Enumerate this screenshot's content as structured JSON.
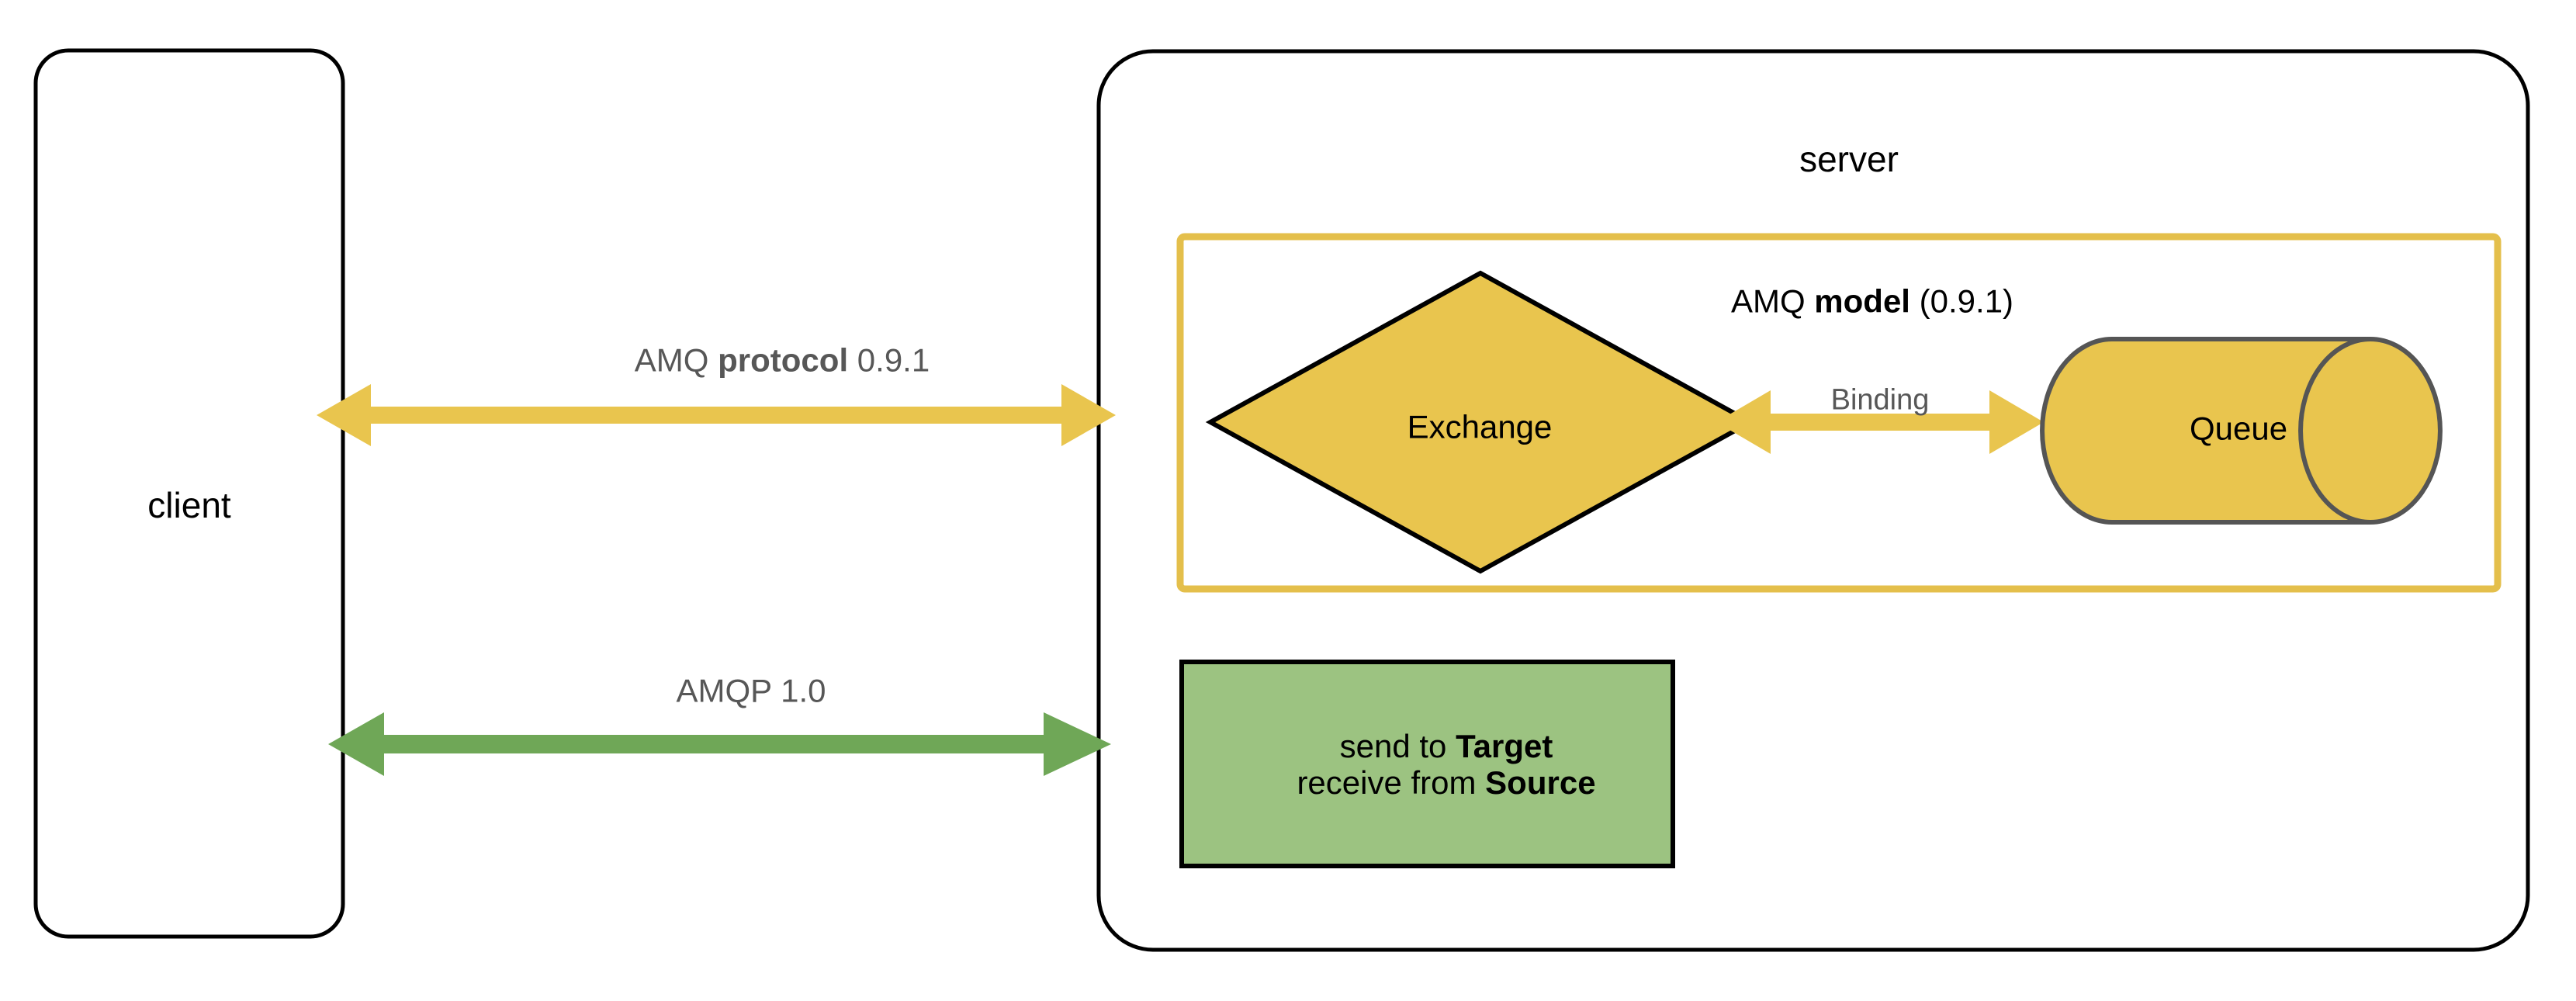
{
  "diagram": {
    "title_alt": "AMQP 1.0 and AMQ protocol 0.9.1 client/server model",
    "colors": {
      "gold_fill": "#E9C54E",
      "gold_stroke": "#E4BF4B",
      "green_fill": "#9CC381",
      "green_arrow": "#6FA757",
      "outline_black": "#000000",
      "cylinder_stroke": "#555555",
      "label_gray": "#575757"
    }
  },
  "client": {
    "label": "client"
  },
  "server": {
    "label": "server",
    "model_box": {
      "label_prefix": "AMQ ",
      "label_bold": "model",
      "label_suffix": " (0.9.1)"
    },
    "exchange": {
      "label": "Exchange"
    },
    "binding": {
      "label": "Binding"
    },
    "queue": {
      "label": "Queue"
    },
    "amqp_box": {
      "line1_prefix": "send to ",
      "line1_bold": "Target",
      "line2_prefix": "receive from ",
      "line2_bold": "Source"
    }
  },
  "connections": {
    "amq_protocol": {
      "label_prefix": "AMQ ",
      "label_bold": "protocol",
      "label_suffix": " 0.9.1"
    },
    "amqp": {
      "label": "AMQP 1.0"
    }
  }
}
